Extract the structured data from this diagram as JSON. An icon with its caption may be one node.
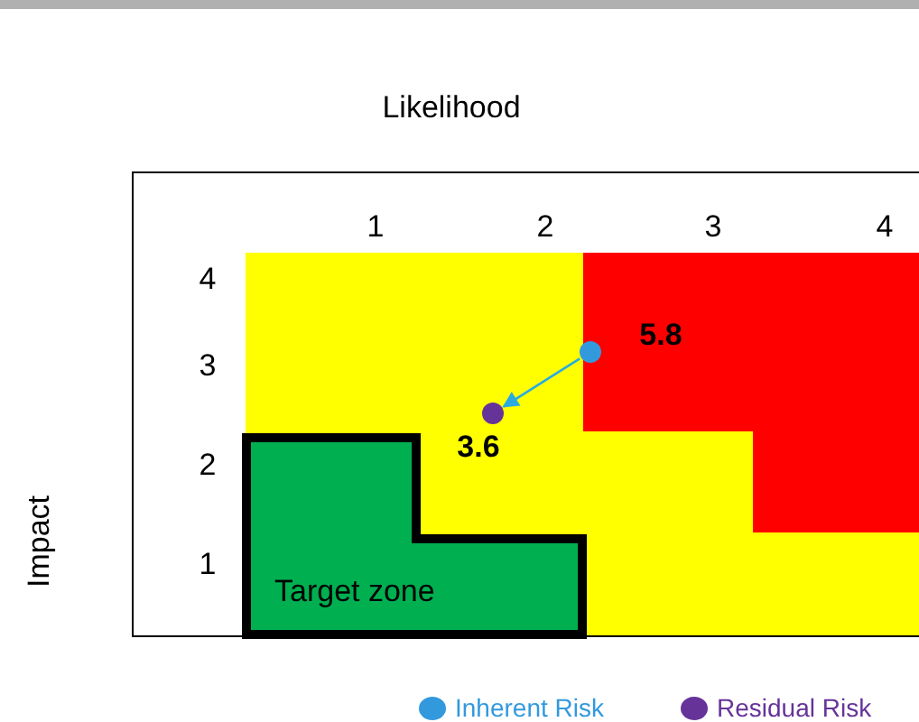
{
  "diagram": {
    "nodes": [
      {
        "text": [],
        "shape": "circle",
        "beside": [
          "5.8"
        ]
      },
      {
        "text": [],
        "shape": "circle",
        "beside": [
          "3.6"
        ]
      },
      {
        "text": [
          "Target zone"
        ]
      }
    ],
    "edges": [
      {
        "from": 0,
        "to": 1,
        "arrow": "to",
        "color": "#29abe2"
      }
    ],
    "labels": [
      "Likelihood",
      "1",
      "2",
      "3",
      "4",
      "4",
      "3",
      "2",
      "1",
      "Impact"
    ],
    "legend": [
      {
        "text": "Inherent Risk",
        "color": "#3399dd"
      },
      {
        "text": "Residual Risk",
        "color": "#663399"
      }
    ]
  }
}
